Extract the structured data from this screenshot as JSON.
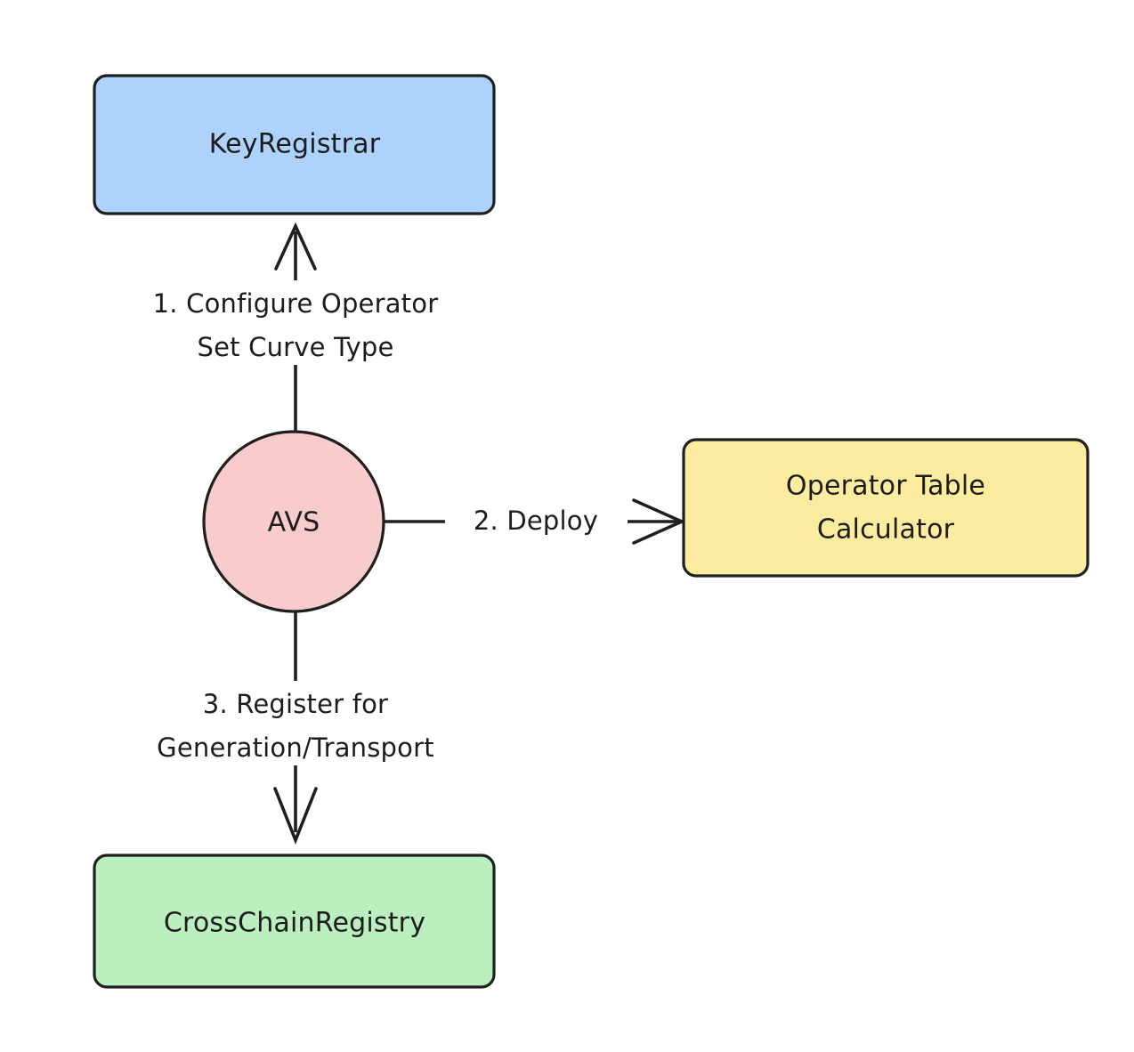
{
  "diagram": {
    "type": "flowchart",
    "direction": "top-down",
    "background_color": "#ffffff",
    "stroke_color": "#1f1f1f",
    "text_color": "#1c1c1c",
    "nodes": [
      {
        "id": "key-registrar",
        "label": "KeyRegistrar",
        "shape": "rounded-rectangle",
        "fill_color": "#ADD2FC",
        "border_color": "#1f1f1f"
      },
      {
        "id": "avs",
        "label": "AVS",
        "shape": "circle",
        "fill_color": "#F8CCCC",
        "border_color": "#1f1f1f"
      },
      {
        "id": "operator-table-calculator",
        "label_line1": "Operator Table",
        "label_line2": "Calculator",
        "shape": "rounded-rectangle",
        "fill_color": "#FCECA0",
        "border_color": "#1f1f1f"
      },
      {
        "id": "cross-chain-registry",
        "label": "CrossChainRegistry",
        "shape": "rounded-rectangle",
        "fill_color": "#BCEFC0",
        "border_color": "#1f1f1f"
      }
    ],
    "edges": [
      {
        "id": "avs-to-key-registrar",
        "from": "avs",
        "to": "key-registrar",
        "label_line1": "1. Configure Operator",
        "label_line2": "Set Curve Type",
        "arrowhead": "open-up"
      },
      {
        "id": "avs-to-operator-table-calculator",
        "from": "avs",
        "to": "operator-table-calculator",
        "label_line1": "2. Deploy",
        "label_line2": "",
        "arrowhead": "open-right"
      },
      {
        "id": "avs-to-cross-chain-registry",
        "from": "avs",
        "to": "cross-chain-registry",
        "label_line1": "3. Register for",
        "label_line2": "Generation/Transport",
        "arrowhead": "open-down"
      }
    ]
  }
}
